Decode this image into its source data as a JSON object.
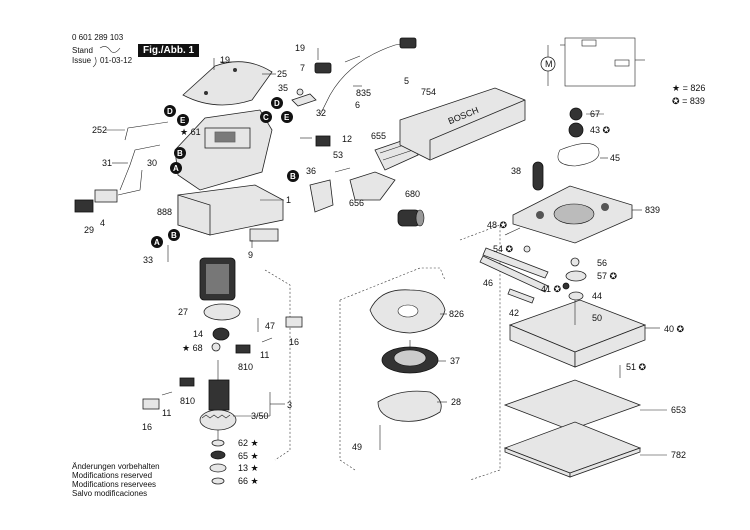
{
  "header": {
    "doc_number": "0 601 289 103",
    "stand_label": "Stand",
    "stand_value": "",
    "issue_label": "Issue",
    "issue_value": "01-03-12",
    "figure": "Fig./Abb. 1"
  },
  "legend": {
    "star_symbol": "★",
    "star_value": "= 826",
    "gear_symbol": "✪",
    "gear_value": "= 839"
  },
  "notes": [
    "Änderungen vorbehalten",
    "Modifications reserved",
    "Modifications reservees",
    "Salvo modificaciones"
  ],
  "callouts": [
    "A",
    "B",
    "C",
    "D",
    "E"
  ],
  "labels": {
    "p19a": "19",
    "p25": "25",
    "p252": "252",
    "p61": "★ 61",
    "p31": "31",
    "p30": "30",
    "p888": "888",
    "p4": "4",
    "p29": "29",
    "p1": "1",
    "p9": "9",
    "p33": "33",
    "p27": "27",
    "p14": "14",
    "p68": "★ 68",
    "p47": "47",
    "p16a": "16",
    "p11a": "11",
    "p810a": "810",
    "p810b": "810",
    "p11b": "11",
    "p16b": "16",
    "p3": "3",
    "p350": "3/50",
    "p62": "62 ★",
    "p65": "65 ★",
    "p13": "13 ★",
    "p66": "66 ★",
    "p19b": "19",
    "p7": "7",
    "p6": "6",
    "p5": "5",
    "p835": "835",
    "p35": "35",
    "p32": "32",
    "p12": "12",
    "p53": "53",
    "p36": "36",
    "p656": "656",
    "p655": "655",
    "p754": "754",
    "p680": "680",
    "p826": "826",
    "p37": "37",
    "p28": "28",
    "p49": "49",
    "p67": "67",
    "p43": "43 ✪",
    "p45": "45",
    "p38": "38",
    "p839": "839",
    "p48": "48 ✪",
    "p54": "54 ✪",
    "p56": "56",
    "p57": "57 ✪",
    "p46": "46",
    "p41": "41 ✪",
    "p44": "44",
    "p42": "42",
    "p50": "50",
    "p40": "40 ✪",
    "p51": "51 ✪",
    "p653": "653",
    "p782": "782"
  }
}
